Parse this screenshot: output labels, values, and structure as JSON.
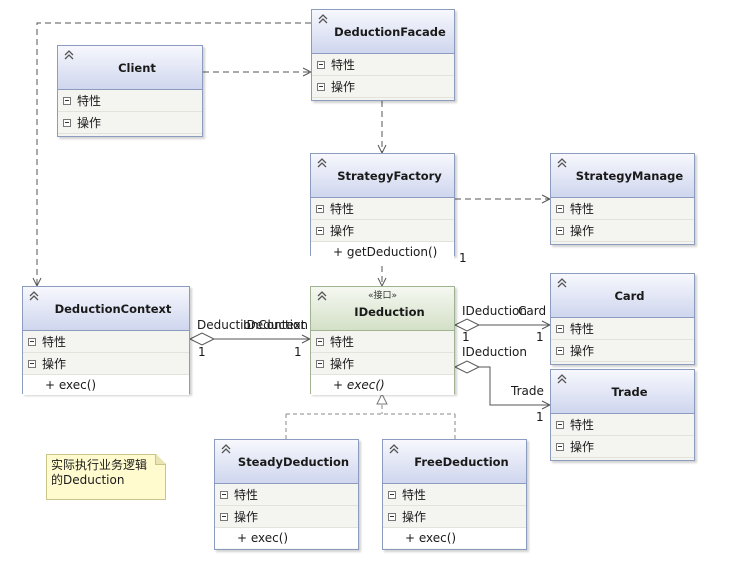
{
  "classes": {
    "client": {
      "name": "Client",
      "attrs": "特性",
      "ops": "操作"
    },
    "facade": {
      "name": "DeductionFacade",
      "attrs": "特性",
      "ops": "操作"
    },
    "factory": {
      "name": "StrategyFactory",
      "attrs": "特性",
      "ops": "操作",
      "methods": [
        "+ getDeduction()"
      ]
    },
    "manage": {
      "name": "StrategyManage",
      "attrs": "特性",
      "ops": "操作"
    },
    "context": {
      "name": "DeductionContext",
      "attrs": "特性",
      "ops": "操作",
      "methods": [
        "+ exec()"
      ]
    },
    "ideduction": {
      "stereotype": "«接口»",
      "name": "IDeduction",
      "attrs": "特性",
      "ops": "操作",
      "methods": [
        "+ exec()"
      ]
    },
    "card": {
      "name": "Card",
      "attrs": "特性",
      "ops": "操作"
    },
    "trade": {
      "name": "Trade",
      "attrs": "特性",
      "ops": "操作"
    },
    "steady": {
      "name": "SteadyDeduction",
      "attrs": "特性",
      "ops": "操作",
      "methods": [
        "+ exec()"
      ]
    },
    "free": {
      "name": "FreeDeduction",
      "attrs": "特性",
      "ops": "操作",
      "methods": [
        "+ exec()"
      ]
    }
  },
  "edge_labels": {
    "factory_mult": "1",
    "ctx_role_a": "DeductionContext",
    "ctx_role_b": "IDeduction",
    "ctx_mult_left": "1",
    "ctx_mult_right": "1",
    "card_role_src": "IDeduction",
    "card_role_dst": "Card",
    "card_mult_src": "1",
    "card_mult_dst": "1",
    "trade_role_src": "IDeduction",
    "trade_role_dst": "Trade",
    "trade_mult_dst": "1"
  },
  "note": {
    "lines": [
      "实际执行业务逻辑",
      "的Deduction"
    ]
  },
  "colors": {
    "class_header": "#cfd6ee",
    "interface_header": "#d4e0c7",
    "class_border": "#8c9cbe",
    "note_fill": "#fffbcf",
    "edge": "#555555"
  }
}
